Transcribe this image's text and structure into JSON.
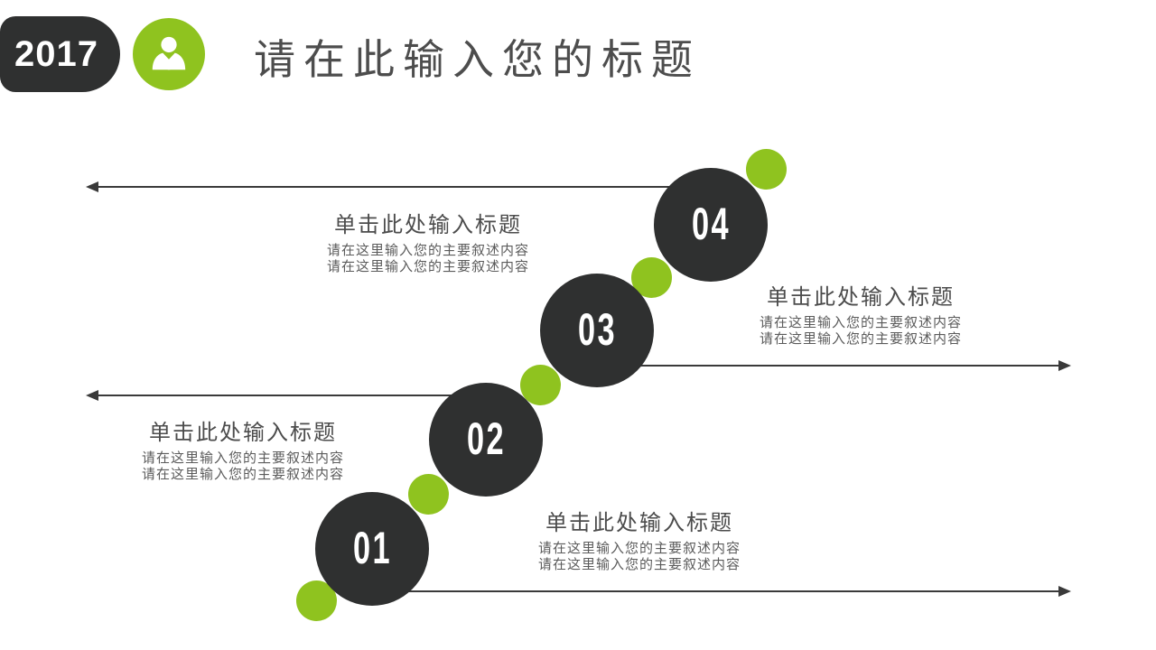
{
  "header": {
    "year_badge": "2017",
    "title": "请在此输入您的标题"
  },
  "steps": [
    {
      "number": "01",
      "heading": "单击此处输入标题",
      "body": [
        "请在这里输入您的主要叙述内容",
        "请在这里输入您的主要叙述内容"
      ],
      "text_side": "right",
      "arrow_direction": "right"
    },
    {
      "number": "02",
      "heading": "单击此处输入标题",
      "body": [
        "请在这里输入您的主要叙述内容",
        "请在这里输入您的主要叙述内容"
      ],
      "text_side": "left",
      "arrow_direction": "left"
    },
    {
      "number": "03",
      "heading": "单击此处输入标题",
      "body": [
        "请在这里输入您的主要叙述内容",
        "请在这里输入您的主要叙述内容"
      ],
      "text_side": "right",
      "arrow_direction": "right"
    },
    {
      "number": "04",
      "heading": "单击此处输入标题",
      "body": [
        "请在这里输入您的主要叙述内容",
        "请在这里输入您的主要叙述内容"
      ],
      "text_side": "left",
      "arrow_direction": "left"
    }
  ],
  "colors": {
    "accent_green": "#8fc31f",
    "dark": "#2f3030",
    "line": "#3a3a3a",
    "title_text": "#4d4d4d",
    "heading_text": "#4c4c4c",
    "body_text": "#5b5b5b",
    "background": "#ffffff"
  }
}
